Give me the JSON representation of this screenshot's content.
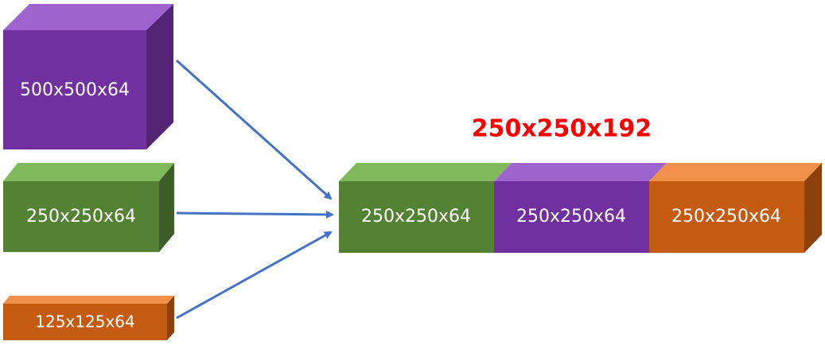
{
  "inputs": {
    "top": {
      "label": "500x500x64"
    },
    "middle": {
      "label": "250x250x64"
    },
    "bottom": {
      "label": "125x125x64"
    }
  },
  "output": {
    "title": "250x250x192",
    "segments": [
      {
        "label": "250x250x64"
      },
      {
        "label": "250x250x64"
      },
      {
        "label": "250x250x64"
      }
    ]
  },
  "colors": {
    "purple": {
      "front": "#7030a0",
      "top": "#9e63cf",
      "side": "#532473"
    },
    "green": {
      "front": "#548235",
      "top": "#80b85c",
      "side": "#3d5e26"
    },
    "orange": {
      "front": "#c55a11",
      "top": "#f0904a",
      "side": "#8e400c"
    },
    "arrow": "#4472c4",
    "title": "#ff0000"
  }
}
